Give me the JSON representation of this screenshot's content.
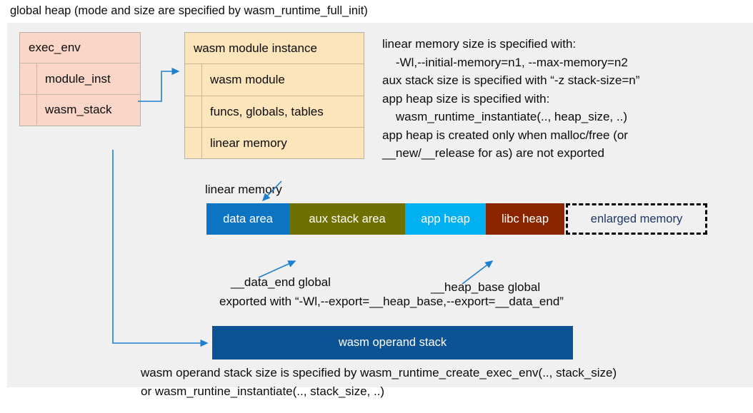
{
  "title": "global heap (mode and size are specified by wasm_runtime_full_init)",
  "colors": {
    "canvas_background": "#f0f0f0",
    "exec_env_fill": "#fad6c8",
    "module_instance_fill": "#fce4bb",
    "data_area": "#0d74c4",
    "aux_stack_area": "#6e7000",
    "app_heap": "#00b0f0",
    "libc_heap": "#8b2500",
    "enlarged_memory_text": "#1f3864",
    "operand_stack": "#0b5394",
    "connector_arrow": "#1f7fd0"
  },
  "exec_env": {
    "header": "exec_env",
    "fields": [
      {
        "label": "module_inst"
      },
      {
        "label": "wasm_stack"
      }
    ]
  },
  "module_instance": {
    "header": "wasm module instance",
    "fields": [
      {
        "label": "wasm module"
      },
      {
        "label": "funcs, globals, tables"
      },
      {
        "label": "linear memory"
      }
    ]
  },
  "notes": {
    "right_block": "linear memory size is specified with:\n    -Wl,--initial-memory=n1, --max-memory=n2\naux stack size is specified with “-z stack-size=n”\napp heap size is specified with:\n    wasm_runtime_instantiate(.., heap_size, ..)\napp heap is created only when malloc/free (or\n__new/__release for as) are not exported"
  },
  "linear_memory": {
    "caption": "linear memory",
    "segments": [
      {
        "label": "data area",
        "color": "#0d74c4",
        "width": 116
      },
      {
        "label": "aux stack area",
        "color": "#6e7000",
        "width": 162
      },
      {
        "label": "app heap",
        "color": "#00b0f0",
        "width": 113
      },
      {
        "label": "libc heap",
        "color": "#8b2500",
        "width": 110
      },
      {
        "label": "enlarged memory",
        "color": "#f0f0f0",
        "width": 198,
        "dashed": true
      }
    ],
    "pointers": {
      "data_end": "__data_end global",
      "heap_base": "__heap_base global",
      "export_note": "exported with “-Wl,--export=__heap_base,--export=__data_end”"
    }
  },
  "operand_stack": {
    "label": "wasm operand stack",
    "note": "wasm operand stack size is specified by wasm_runtime_create_exec_env(.., stack_size)\nor wasm_runtine_instantiate(.., stack_size, ..)"
  }
}
